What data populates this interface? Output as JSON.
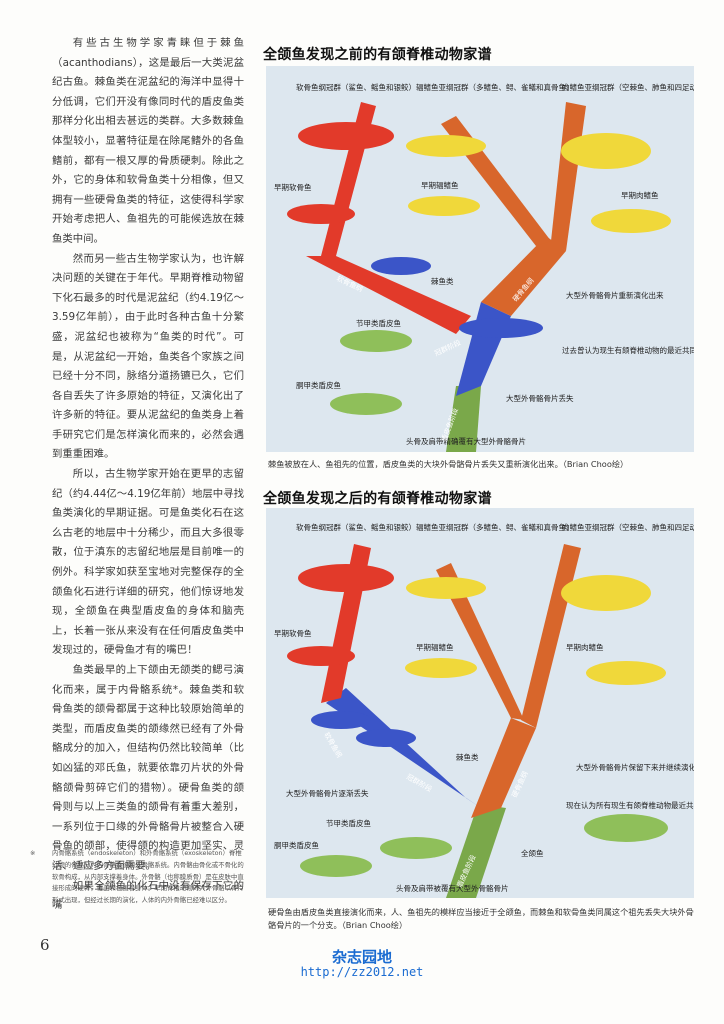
{
  "left_column": {
    "paragraphs": [
      "有些古生物学家青睐但于棘鱼（acanthodians），这是最后一大类泥盆纪古鱼。棘鱼类在泥盆纪的海洋中显得十分低调，它们开没有像同时代的盾皮鱼类那样分化出相去甚远的类群。大多数棘鱼体型较小，显著特征是在除尾鳍外的各鱼鳍前，都有一根又厚的骨质硬刺。除此之外，它的身体和软骨鱼类十分相像，但又拥有一些硬骨鱼类的特征，这使得科学家开始考虑把人、鱼祖先的可能候选放在棘鱼类中间。",
      "然而另一些古生物学家认为，也许解决问题的关键在于年代。早期脊椎动物留下化石最多的时代是泥盆纪（约4.19亿～3.59亿年前），由于此时各种古鱼十分繁盛，泥盆纪也被称为“鱼类的时代”。可是，从泥盆纪一开始，鱼类各个家族之间已经十分不同，脉络分道扬镳已久，它们各自丢失了许多原始的特征，又演化出了许多新的特征。要从泥盆纪的鱼类身上着手研究它们是怎样演化而来的，必然会遇到重重困难。",
      "所以，古生物学家开始在更早的志留纪（约4.44亿～4.19亿年前）地层中寻找鱼类演化的早期证据。可是鱼类化石在这么古老的地层中十分稀少，而且大多很零散，位于滇东的志留纪地层是目前唯一的例外。科学家如获至宝地对完整保存的全颌鱼化石进行详细的研究，他们惊讶地发现，全颌鱼在典型盾皮鱼的身体和脑壳上，长着一张从来没有在任何盾皮鱼类中发现过的，硬骨鱼才有的嘴巴！",
      "鱼类最早的上下颌由无颌类的鳃弓演化而来，属于内骨骼系统*。棘鱼类和软骨鱼类的颌骨都属于这种比较原始简单的类型，而盾皮鱼类的颌缘然已经有了外骨骼成分的加入，但结构仍然比较简单（比如凶猛的邓氏鱼，就要依靠刃片状的外骨骼颌骨剪碎它们的猎物）。硬骨鱼类的颌骨则与以上三类鱼的颌骨有着重大差别，一系列位于口缘的外骨骼骨片被整合入硬骨鱼的颌部，使得颌的构造更加坚实、灵活、适应多方面需要。",
      "如果全颌鱼的化石中没有保存下它的嘴"
    ]
  },
  "footnote": {
    "mark": "※",
    "text": "内骨骼系统（endoskeleton）和外骨骼系统（exoskeleton）脊椎动物的骨骼分为内骨骼系统和外骨骼系统。内骨骼由骨化或不骨化的软骨构成，从内部支撑着身体。外骨骼（也称膜质骨）是在皮肤中直接形成的硬骨，覆盖和包围着身体。早期脊椎动物的大外骨骼以骨片形式出现，但经过长期的演化，人体的内外骨骼已经难以区分。"
  },
  "page_number": "6",
  "figure1": {
    "title": "全颌鱼发现之前的有颌脊椎动物家谱",
    "top_labels": [
      "软骨鱼纲冠群（鲨鱼、鳐鱼和银鲛）",
      "辐鳍鱼亚纲冠群（多鳍鱼、鲟、雀鳝和真骨鱼）",
      "肉鳍鱼亚纲冠群（空棘鱼、肺鱼和四足动物）"
    ],
    "labels": {
      "early_chondrichthyan": "早期软骨鱼",
      "early_actinopterygian": "早期辐鳍鱼",
      "early_sarcopterygian": "早期肉鳍鱼",
      "acanthodian": "棘鱼类",
      "antiarch": "节甲类盾皮鱼",
      "arthrodire": "胴甲类盾皮鱼",
      "plate_reevolve": "大型外骨骼骨片重新演化出来",
      "plate_loss": "大型外骨骼骨片丢失",
      "ancestor_note": "过去曾认为现生有颌脊椎动物的最近共同祖先长得像它",
      "head_shoulder": "头骨及肩带精确覆有大型外骨骼骨片"
    },
    "branch_labels": {
      "chondrichthyes": "软骨鱼纲",
      "osteichthyes": "硬骨鱼纲",
      "crown": "冠群阶段",
      "stem": "盾皮鱼阶段"
    },
    "caption": "棘鱼被放在人、鱼祖先的位置，盾皮鱼类的大块外骨骼骨片丢失又重新演化出来。（Brian Choo绘）"
  },
  "figure2": {
    "title": "全颌鱼发现之后的有颌脊椎动物家谱",
    "top_labels": [
      "软骨鱼纲冠群（鲨鱼、鳐鱼和银鲛）",
      "辐鳍鱼亚纲冠群（多鳍鱼、鲟、雀鳝和真骨鱼）",
      "肉鳍鱼亚纲冠群（空棘鱼、肺鱼和四足动物）"
    ],
    "labels": {
      "early_chondrichthyan": "早期软骨鱼",
      "early_actinopterygian": "早期辐鳍鱼",
      "early_sarcopterygian": "早期肉鳍鱼",
      "acanthodian": "棘鱼类",
      "plate_kept": "大型外骨骼骨片保留下来并继续演化",
      "plate_gradual_loss": "大型外骨骼骨片逐渐丢失",
      "antiarch": "节甲类盾皮鱼",
      "arthrodire": "胴甲类盾皮鱼",
      "entelognathus": "全颌鱼",
      "ancestor_note": "现在认为所有现生有颌脊椎动物最近共同祖先长得像全颌鱼",
      "head_shoulder": "头骨及肩带被覆有大型外骨骼骨片"
    },
    "branch_labels": {
      "chondrichthyes": "软骨鱼纲",
      "osteichthyes": "硬骨鱼纲",
      "crown": "冠群阶段",
      "stem": "盾皮鱼阶段"
    },
    "caption": "硬骨鱼由盾皮鱼类直接演化而来，人、鱼祖先的模样应当接近于全颌鱼，而棘鱼和软骨鱼类同属这个祖先丢失大块外骨骼骨片的一个分支。（Brian Choo绘）"
  },
  "watermark": {
    "line1": "杂志园地",
    "line2": "http://zz2012.net"
  },
  "colors": {
    "red": "#e23a2a",
    "orange": "#d8662b",
    "blue": "#3b55c8",
    "green": "#7aa84a",
    "yellow": "#f0d83a",
    "diagram_bg": "#dde7ef",
    "watermark": "#1a6bd1"
  }
}
